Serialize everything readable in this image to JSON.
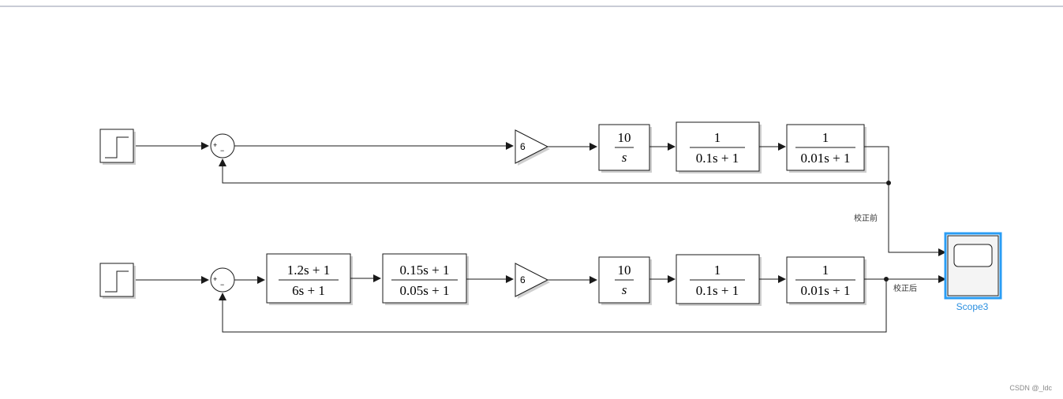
{
  "diagram": {
    "rows": [
      {
        "name": "uncompensated",
        "gain": "6",
        "blocks": [
          {
            "num": "10",
            "den": "s"
          },
          {
            "num": "1",
            "den": "0.1s + 1"
          },
          {
            "num": "1",
            "den": "0.01s + 1"
          }
        ],
        "signal_label": "校正前"
      },
      {
        "name": "compensated",
        "gain": "6",
        "compensators": [
          {
            "num": "1.2s + 1",
            "den": "6s + 1"
          },
          {
            "num": "0.15s + 1",
            "den": "0.05s + 1"
          }
        ],
        "blocks": [
          {
            "num": "10",
            "den": "s"
          },
          {
            "num": "1",
            "den": "0.1s + 1"
          },
          {
            "num": "1",
            "den": "0.01s + 1"
          }
        ],
        "signal_label": "校正后"
      }
    ],
    "sum_signs": {
      "plus": "+",
      "minus": "−"
    },
    "scope_label": "Scope3",
    "colors": {
      "wire": "#1a1a1a",
      "scope_highlight": "#2a9df4"
    }
  },
  "watermark": "CSDN @_ldc"
}
